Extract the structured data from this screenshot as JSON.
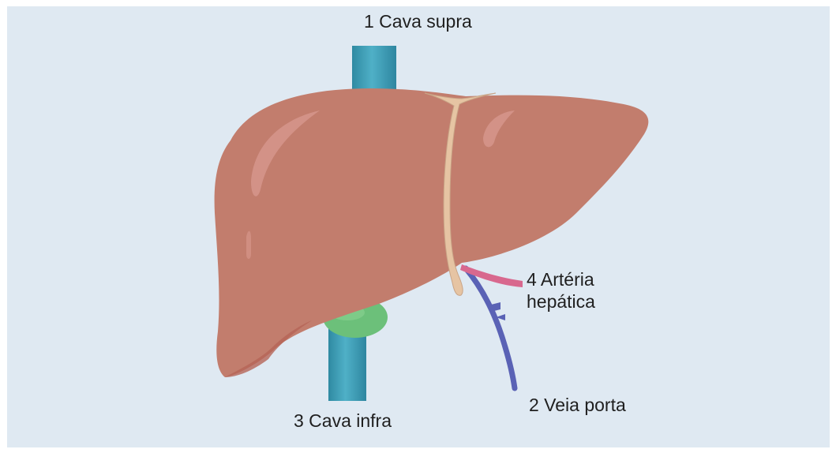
{
  "labels": {
    "cava_supra": "1 Cava supra",
    "veia_porta": "2 Veia porta",
    "cava_infra": "3 Cava infra",
    "arteria_line1": "4 Artéria",
    "arteria_line2": "hepática"
  },
  "colors": {
    "background": "#dfe9f2",
    "liver": "#c27d6d",
    "liver_shadow": "#b06558",
    "liver_highlight": "#d99a90",
    "ligament": "#e6c4a3",
    "vena_cava": "#3f9fb6",
    "gallbladder": "#6cc07a",
    "portal_vein": "#5a62b5",
    "hepatic_artery": "#d8688e"
  }
}
